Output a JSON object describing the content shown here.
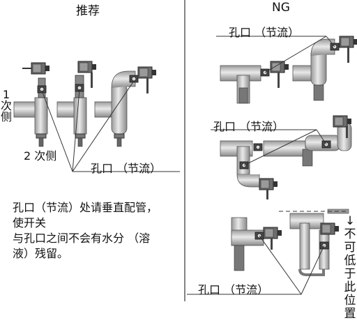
{
  "header": {
    "recommended": "推荐",
    "ng": "NG"
  },
  "labels": {
    "side_primary_num": "1",
    "side_primary_a": "次",
    "side_primary_b": "侧",
    "side_secondary": "2 次侧",
    "orifice": "孔口 （节流）"
  },
  "note": {
    "line1": "孔口（节流）处请垂直配管，",
    "line2": "使开关",
    "line3": "与孔口之间不会有水分 （溶",
    "line4": "液）残留。"
  },
  "ng_vertical_note": {
    "arrow": "↓",
    "chars": [
      "不",
      "可",
      "低",
      "于",
      "此",
      "位",
      "置"
    ]
  }
}
